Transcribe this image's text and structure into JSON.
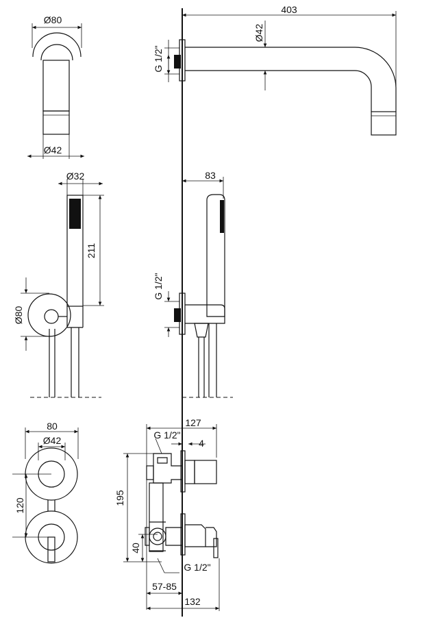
{
  "dimensions": {
    "spout_diameter_top": "Ø80",
    "spout_diameter_bottom": "Ø42",
    "spout_length": "403",
    "spout_pipe_diameter": "Ø42",
    "spout_thread": "G 1/2\"",
    "hand_shower_diameter": "Ø32",
    "hand_shower_length": "211",
    "holder_diameter": "Ø80",
    "holder_projection": "83",
    "holder_thread": "G 1/2\"",
    "plate_width": "80",
    "plate_inner_diameter": "Ø42",
    "plate_spacing": "120",
    "body_height": "195",
    "body_lower_offset": "40",
    "body_depth_total": "127",
    "body_thread_top": "G 1/2\"",
    "body_step": "4",
    "body_thread_bottom": "G 1/2\"",
    "install_depth": "57-85",
    "overall_depth": "132"
  }
}
